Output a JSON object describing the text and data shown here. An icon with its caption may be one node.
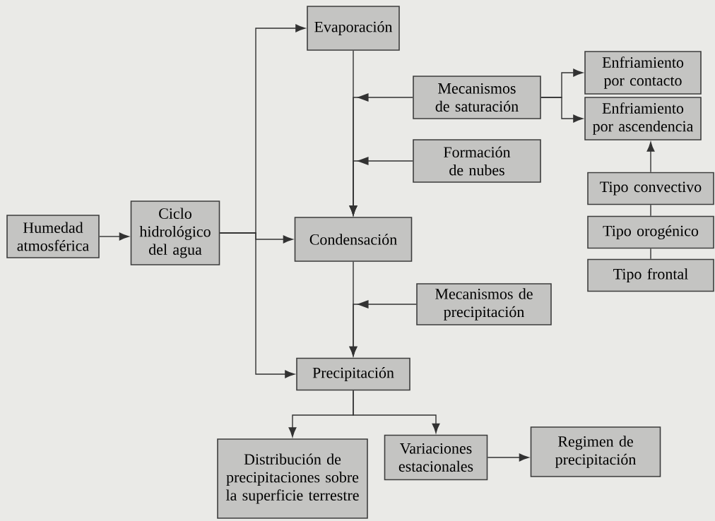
{
  "diagram": {
    "nodes": [
      {
        "text": [
          "Humedad atmosférica"
        ]
      },
      {
        "text": [
          "Ciclo hidrológico del agua"
        ]
      },
      {
        "text": [
          "Evaporación"
        ]
      },
      {
        "text": [
          "Mecanismos de saturación"
        ]
      },
      {
        "text": [
          "Enfriamiento por contacto"
        ]
      },
      {
        "text": [
          "Enfriamiento por ascendencia"
        ]
      },
      {
        "text": [
          "Formación de nubes"
        ]
      },
      {
        "text": [
          "Condensación"
        ]
      },
      {
        "text": [
          "Tipo convectivo"
        ]
      },
      {
        "text": [
          "Tipo orogénico"
        ]
      },
      {
        "text": [
          "Tipo frontal"
        ]
      },
      {
        "text": [
          "Mecanismos de precipitación"
        ]
      },
      {
        "text": [
          "Precipitación"
        ]
      },
      {
        "text": [
          "Distribución de precipitaciones sobre la superficie terrestre"
        ]
      },
      {
        "text": [
          "Variaciones estacionales"
        ]
      },
      {
        "text": [
          "Regimen de precipitación"
        ]
      }
    ],
    "edges": [
      {
        "from": 0,
        "to": 1,
        "arrow": "to"
      },
      {
        "from": 1,
        "to": 2,
        "arrow": "to"
      },
      {
        "from": 1,
        "to": 7,
        "arrow": "to"
      },
      {
        "from": 1,
        "to": 12,
        "arrow": "to"
      },
      {
        "from": 2,
        "to": 7,
        "arrow": "to"
      },
      {
        "from": 3,
        "to": 7,
        "arrow": "to"
      },
      {
        "from": 6,
        "to": 7,
        "arrow": "to"
      },
      {
        "from": 3,
        "to": 4,
        "arrow": "to"
      },
      {
        "from": 3,
        "to": 5,
        "arrow": "to"
      },
      {
        "from": 8,
        "to": 5,
        "arrow": "to"
      },
      {
        "from": 9,
        "to": 8,
        "arrow": "none"
      },
      {
        "from": 10,
        "to": 9,
        "arrow": "none"
      },
      {
        "from": 7,
        "to": 12,
        "arrow": "to"
      },
      {
        "from": 11,
        "to": 12,
        "arrow": "to"
      },
      {
        "from": 12,
        "to": 13,
        "arrow": "to"
      },
      {
        "from": 12,
        "to": 14,
        "arrow": "to"
      },
      {
        "from": 14,
        "to": 15,
        "arrow": "to"
      }
    ]
  }
}
